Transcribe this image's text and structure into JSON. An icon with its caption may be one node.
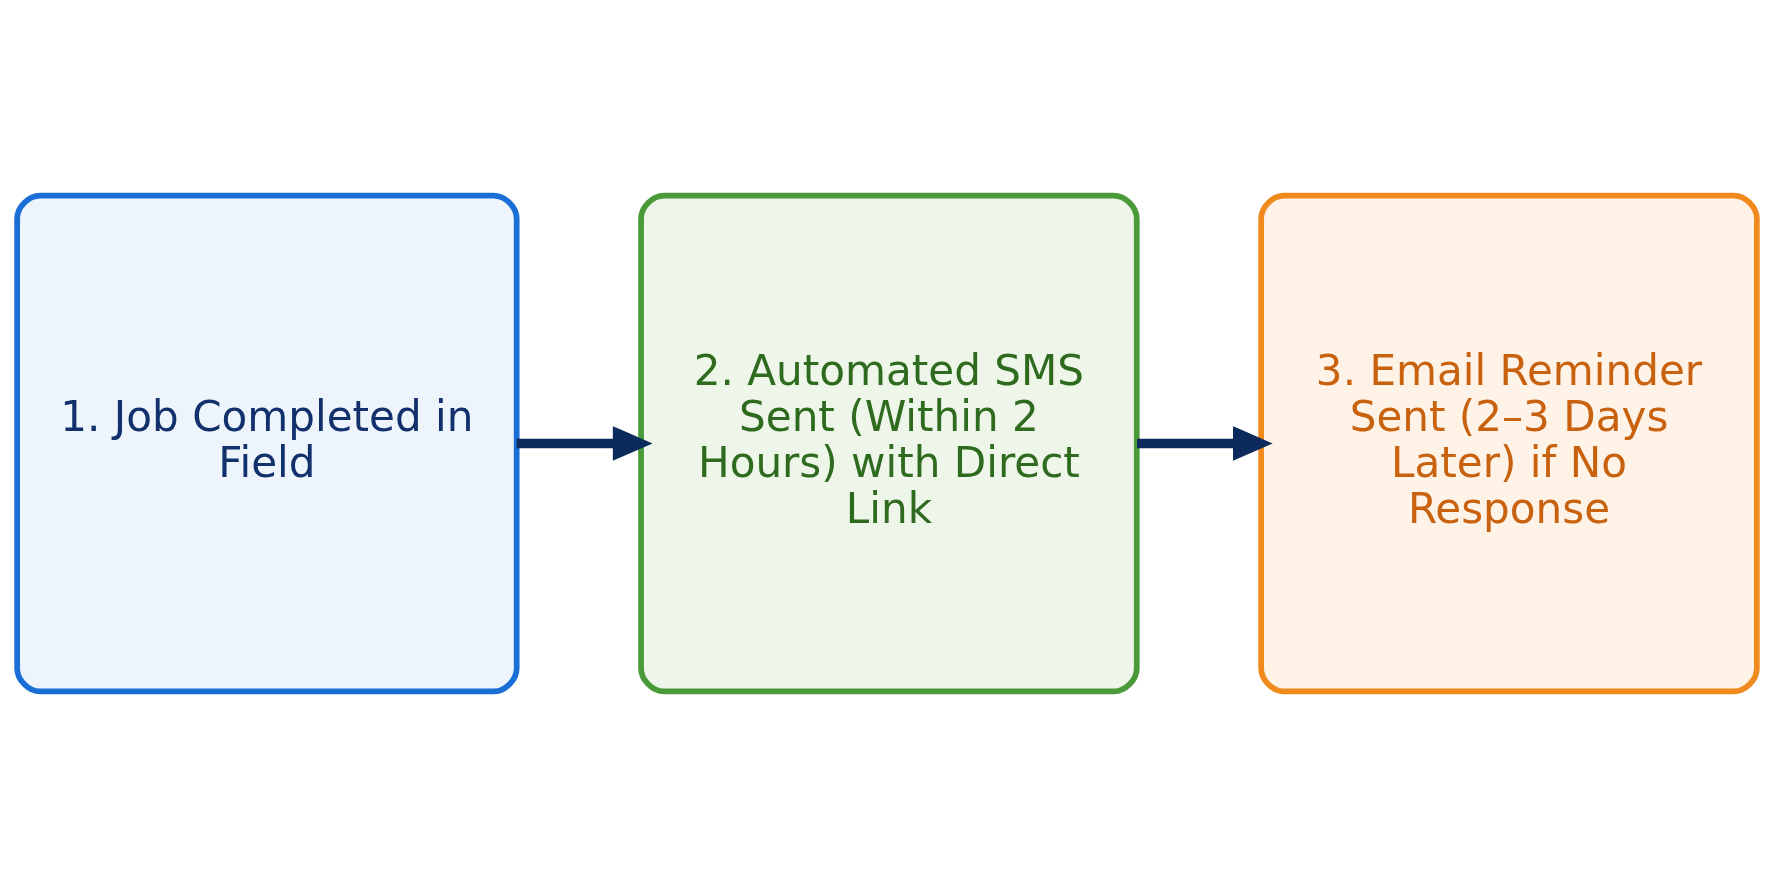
{
  "diagram": {
    "nodes": [
      {
        "text": [
          "1. Job Completed in Field"
        ]
      },
      {
        "text": [
          "2. Automated SMS Sent (Within 2 Hours) with Direct Link"
        ]
      },
      {
        "text": [
          "3. Email Reminder Sent (2–3 Days Later) if No Response"
        ]
      }
    ],
    "edges": [
      {
        "from": 0,
        "to": 1,
        "arrow": "to"
      },
      {
        "from": 1,
        "to": 2,
        "arrow": "to"
      }
    ]
  }
}
